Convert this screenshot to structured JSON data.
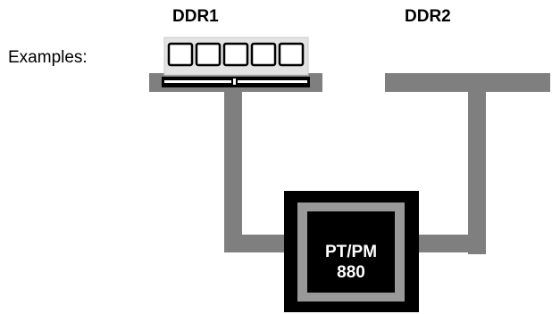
{
  "labels": {
    "ddr1": "DDR1",
    "ddr2": "DDR2",
    "examples": "Examples:"
  },
  "chip": {
    "line1": "PT/PM",
    "line2": "880"
  },
  "colors": {
    "trace": "#7f7f7f",
    "chip_outer": "#000000",
    "chip_frame": "#999999",
    "chip_core": "#000000",
    "chip_text": "#ffffff",
    "dimm_body": "#e3e3e3",
    "dimm_edge": "#000000",
    "slot_outline": "#000000"
  },
  "modules": {
    "ddr1_chip_count": 5
  }
}
